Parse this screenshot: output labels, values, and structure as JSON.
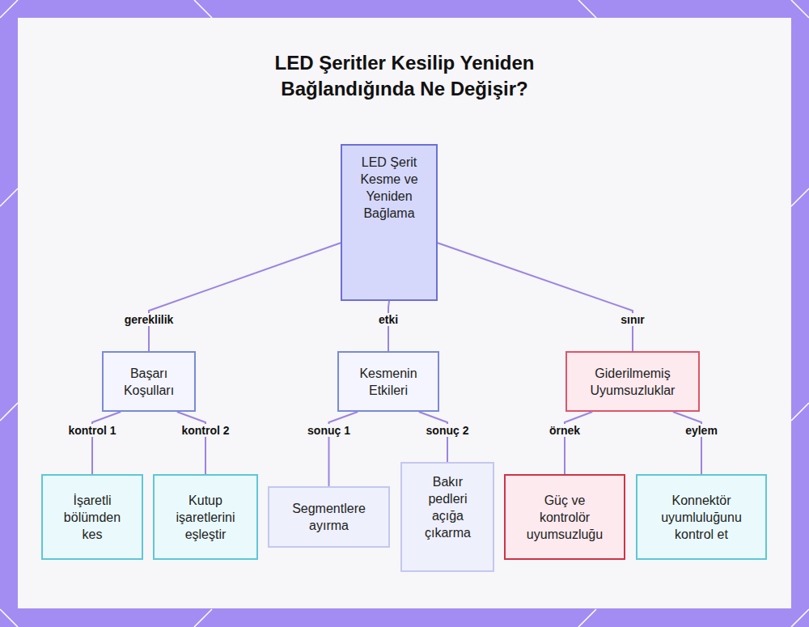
{
  "diagram": {
    "title": "LED Şeritler Kesilip Yeniden Bağlandığında Ne Değişir?",
    "nodes": [
      {
        "text": [
          "LED Şerit Kesme ve Yeniden Bağlama"
        ]
      },
      {
        "text": [
          "Başarı Koşulları"
        ]
      },
      {
        "text": [
          "Kesmenin Etkileri"
        ]
      },
      {
        "text": [
          "Giderilmemiş Uyumsuzluklar"
        ]
      },
      {
        "text": [
          "İşaretli bölümden kes"
        ]
      },
      {
        "text": [
          "Kutup işaretlerini eşleştir"
        ]
      },
      {
        "text": [
          "Segmentlere ayırma"
        ]
      },
      {
        "text": [
          "Bakır pedleri açığa çıkarma"
        ]
      },
      {
        "text": [
          "Güç ve kontrolör uyumsuzluğu"
        ]
      },
      {
        "text": [
          "Konnektör uyumluluğunu kontrol et"
        ]
      }
    ],
    "edges": [
      {
        "from": 0,
        "to": 1,
        "label": "gereklilik",
        "arrow": "none"
      },
      {
        "from": 0,
        "to": 2,
        "label": "etki",
        "arrow": "none"
      },
      {
        "from": 0,
        "to": 3,
        "label": "sınır",
        "arrow": "none"
      },
      {
        "from": 1,
        "to": 4,
        "label": "kontrol 1",
        "arrow": "none"
      },
      {
        "from": 1,
        "to": 5,
        "label": "kontrol 2",
        "arrow": "none"
      },
      {
        "from": 2,
        "to": 6,
        "label": "sonuç 1",
        "arrow": "none"
      },
      {
        "from": 2,
        "to": 7,
        "label": "sonuç 2",
        "arrow": "none"
      },
      {
        "from": 3,
        "to": 8,
        "label": "örnek",
        "arrow": "none"
      },
      {
        "from": 3,
        "to": 9,
        "label": "eylem",
        "arrow": "none"
      }
    ]
  }
}
